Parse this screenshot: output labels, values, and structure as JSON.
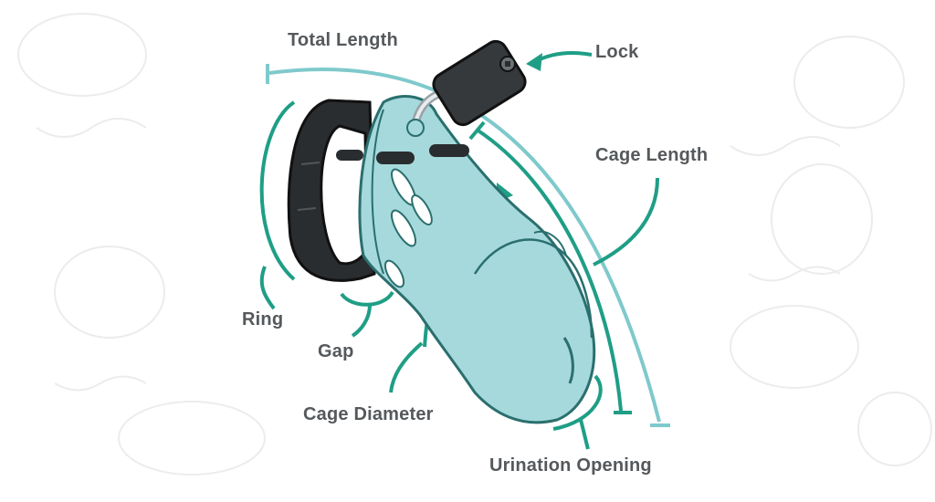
{
  "labels": {
    "total_length": "Total Length",
    "lock": "Lock",
    "cage_length": "Cage Length",
    "ring": "Ring",
    "gap": "Gap",
    "cage_diameter": "Cage Diameter",
    "urination_opening": "Urination Opening"
  },
  "colors": {
    "teal": "#1f9e86",
    "light_teal": "#7fc9cc",
    "cage_fill": "#a6d9dc",
    "cage_outline": "#2a6f6e",
    "ring_fill": "#2a2d30",
    "lock_fill": "#36393c",
    "label_text": "#55595c"
  }
}
